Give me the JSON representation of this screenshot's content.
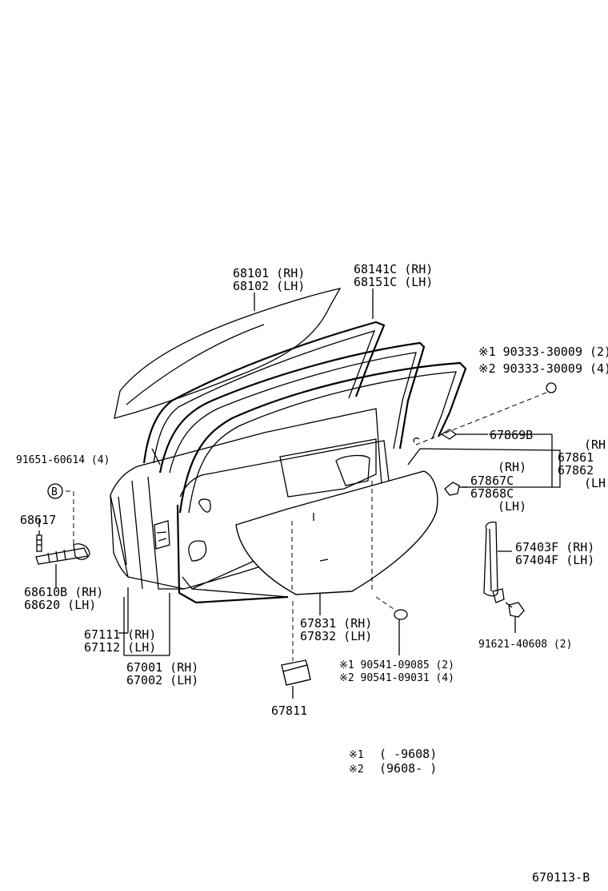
{
  "diagram_code": "670113-B",
  "parts": {
    "glass": [
      "68101 (RH)",
      "68102 (LH)"
    ],
    "glass_run": [
      "68141C (RH)",
      "68151C (LH)"
    ],
    "screw_note": [
      "※1 90333-30009 (2)",
      "※2 90333-30009 (4)"
    ],
    "clip_top": "67869B",
    "weatherstrip": [
      "67861",
      "67862"
    ],
    "weatherstrip_side": [
      "(RH)",
      "(LH)"
    ],
    "clip_mid": [
      "67867C",
      "67868C"
    ],
    "clip_mid_side": [
      "(RH)",
      "(LH)"
    ],
    "bolt_left": "91651-60614 (4)",
    "hinge_pin": "68617",
    "check": [
      "68610B (RH)",
      "68620  (LH)"
    ],
    "channel": [
      "67403F (RH)",
      "67404F (LH)"
    ],
    "bolt_right": "91621-40608 (2)",
    "door_frame": [
      "67111 (RH)",
      "67112 (LH)"
    ],
    "door_assy": [
      "67001 (RH)",
      "67002 (LH)"
    ],
    "service_hole_cover": [
      "67831 (RH)",
      "67832 (LH)"
    ],
    "hole_plug_note": [
      "※1 90541-09085 (2)",
      "※2 90541-09031 (4)"
    ],
    "pad": "67811",
    "circle_b": "B",
    "legend": {
      "row1_mark": "※1",
      "row1_range": "(       -9608)",
      "row2_mark": "※2",
      "row2_range": "(9608-       )"
    }
  }
}
